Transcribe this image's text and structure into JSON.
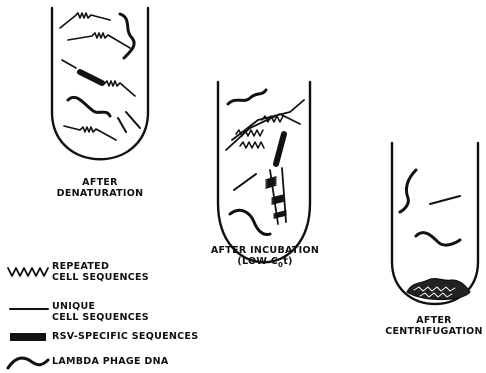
{
  "tubes": [
    {
      "caption_lines": [
        "AFTER",
        "DENATURATION"
      ]
    },
    {
      "caption_lines": [
        "AFTER INCUBATION",
        "(LOW C",
        "t)"
      ],
      "caption_subscript": "0"
    },
    {
      "caption_lines": [
        "AFTER",
        "CENTRIFUGATION"
      ]
    }
  ],
  "legend": [
    {
      "symbol": "zigzag-line",
      "lines": [
        "REPEATED",
        "CELL SEQUENCES"
      ]
    },
    {
      "symbol": "thin-line",
      "lines": [
        "UNIQUE",
        "CELL SEQUENCES"
      ]
    },
    {
      "symbol": "thick-bar",
      "lines": [
        "RSV-SPECIFIC SEQUENCES"
      ]
    },
    {
      "symbol": "wavy-line",
      "lines": [
        "LAMBDA PHAGE DNA"
      ]
    }
  ]
}
